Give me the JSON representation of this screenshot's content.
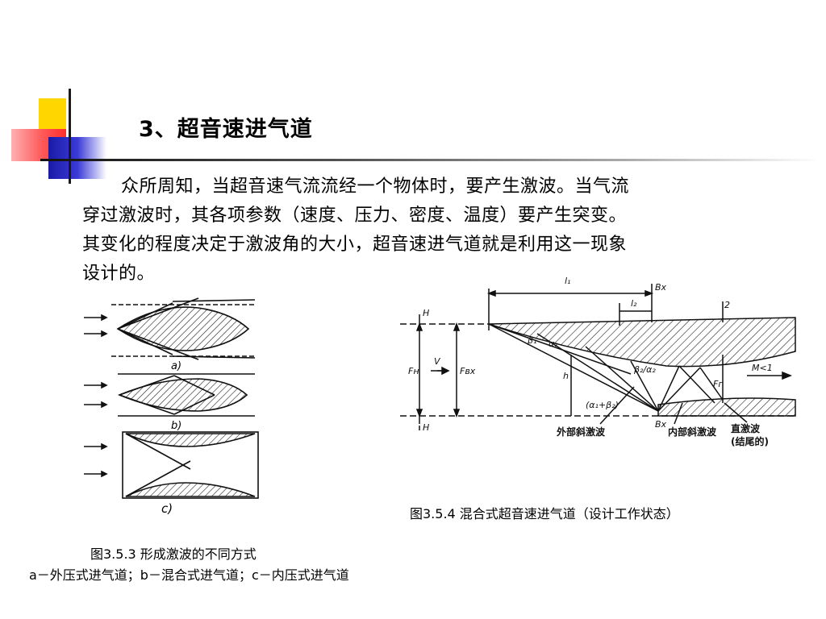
{
  "slide": {
    "title": "3、超音速进气道",
    "paragraph_lines": [
      "众所周知，当超音速气流流经一个物体时，要产生激波。当气流",
      "穿过激波时，其各项参数（速度、压力、密度、温度）要产生突变。",
      "其变化的程度决定于激波角的大小，超音速进气道就是利用这一现象",
      "设计的。"
    ]
  },
  "figure_left": {
    "panel_labels": [
      "a)",
      "b)",
      "c)"
    ],
    "caption": "图3.5.3  形成激波的不同方式",
    "subcaption": "a－外压式进气道；b－混合式进气道；c－内压式进气道"
  },
  "figure_right": {
    "labels": {
      "l1": "l₁",
      "l2": "l₂",
      "bx_top": "Bx",
      "station_2": "2",
      "H_top": "H",
      "H_bottom": "H",
      "V": "V",
      "FH": "Fн",
      "FBx": "Fвх",
      "h": "h",
      "beta1": "β₁",
      "alpha1": "α₁",
      "beta2_alpha2": "β₂/α₂",
      "alpha_beta_sum": "(α₁+β₂)",
      "Bx_bottom": "Bx",
      "Fr": "Fг",
      "M_lt_1": "M<1"
    },
    "annotations": [
      "外部斜激波",
      "内部斜激波",
      "直激波",
      "(结尾的)"
    ],
    "caption": "图3.5.4  混合式超音速进气道（设计工作状态）"
  }
}
